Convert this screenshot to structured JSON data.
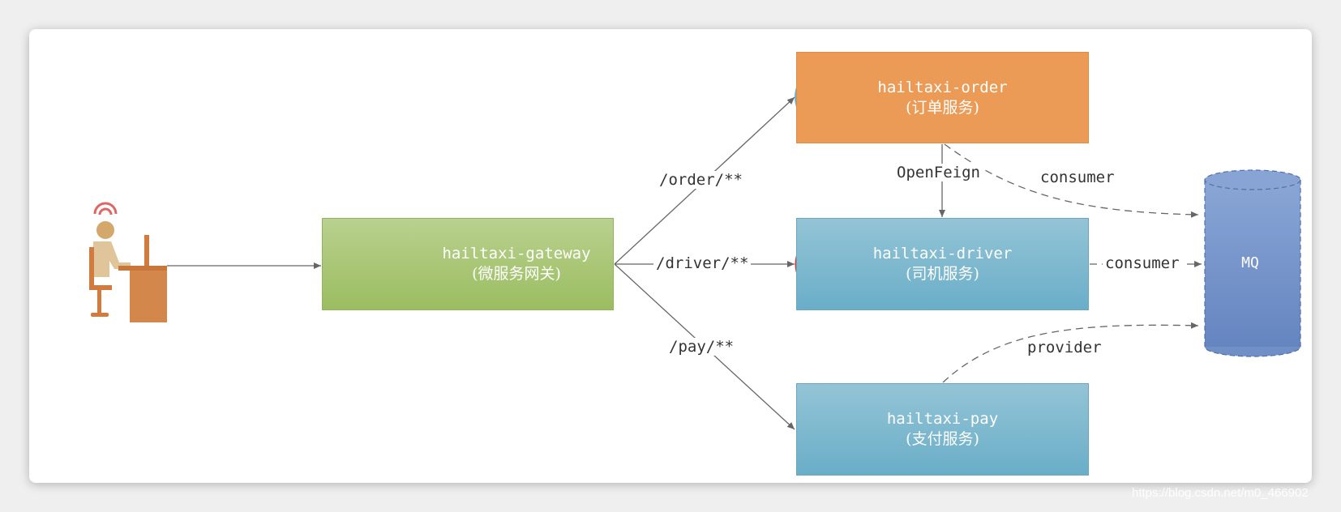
{
  "diagram": {
    "gateway": {
      "name": "hailtaxi-gateway",
      "desc": "(微服务网关)"
    },
    "order": {
      "name": "hailtaxi-order",
      "desc": "(订单服务)"
    },
    "driver": {
      "name": "hailtaxi-driver",
      "desc": "(司机服务)"
    },
    "pay": {
      "name": "hailtaxi-pay",
      "desc": "(支付服务)"
    },
    "mq": "MQ",
    "routes": {
      "order": "/order/**",
      "driver": "/driver/**",
      "pay": "/pay/**"
    },
    "edges": {
      "openfeign": "OpenFeign",
      "order_consumer": "consumer",
      "driver_consumer": "consumer",
      "pay_provider": "provider"
    }
  },
  "icons": {
    "user": "user-at-desk-icon",
    "gateway": "gateway-route-icon",
    "order": "order-document-icon",
    "driver": "car-icon",
    "pay": "payment-dollar-icon",
    "mq": "database-cylinder-icon"
  },
  "colors": {
    "gateway": "#9bbd60",
    "order": "#eb9b55",
    "driver": "#6aaec8",
    "pay": "#6aaec8",
    "mq": "#6f8fc6"
  },
  "watermark": "https://blog.csdn.net/m0_466902"
}
